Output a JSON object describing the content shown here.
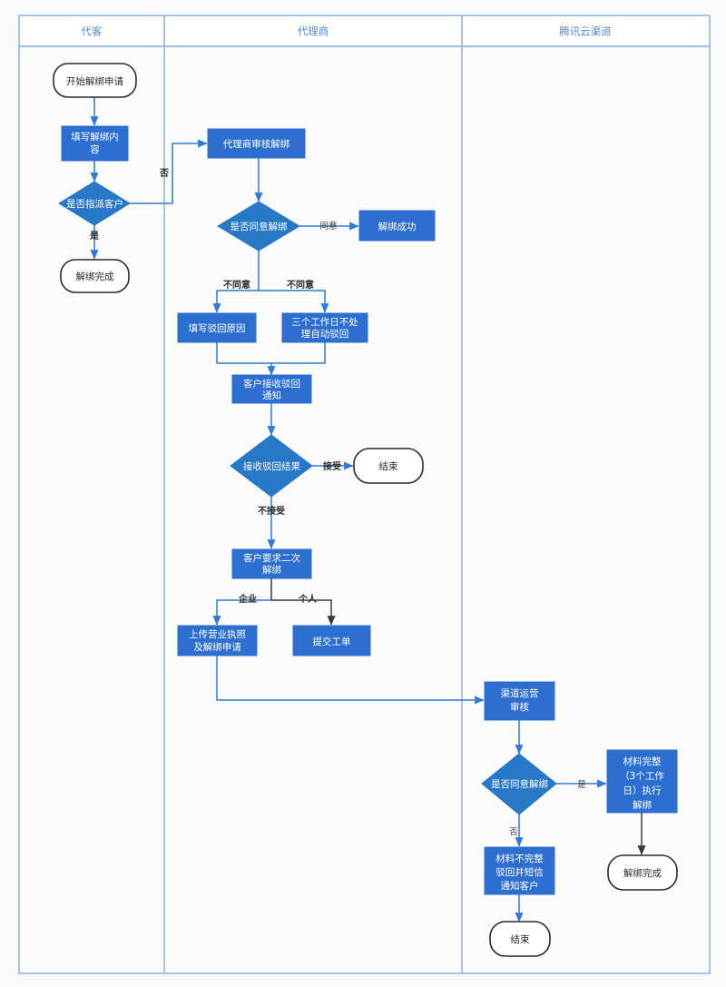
{
  "diagram": {
    "type": "swimlane-flowchart",
    "colors": {
      "process_fill": "#2d6fd1",
      "decision_fill": "#2878c8",
      "terminal_stroke": "#2b2b2b",
      "lane_border": "#93b4e3",
      "lane_title_text": "#5b8bd0",
      "connector_blue": "#2d7bd6",
      "connector_dark": "#3a3a3a",
      "canvas_background": "#fafafa"
    },
    "lanes": [
      {
        "id": "lane-customer",
        "title": "代客"
      },
      {
        "id": "lane-agent",
        "title": "代理商"
      },
      {
        "id": "lane-tencent",
        "title": "腾讯云渠道"
      }
    ],
    "nodes": [
      {
        "id": "n-start",
        "lane": "lane-customer",
        "shape": "terminal",
        "label": "开始解绑申请"
      },
      {
        "id": "n-fill",
        "lane": "lane-customer",
        "shape": "process",
        "label": "填写解绑内\n容"
      },
      {
        "id": "n-assign",
        "lane": "lane-customer",
        "shape": "decision",
        "label": "是否指派客户"
      },
      {
        "id": "n-unbind-done",
        "lane": "lane-customer",
        "shape": "terminal",
        "label": "解绑完成"
      },
      {
        "id": "n-agent-review",
        "lane": "lane-agent",
        "shape": "process",
        "label": "代理商审核解绑"
      },
      {
        "id": "n-agree",
        "lane": "lane-agent",
        "shape": "decision",
        "label": "是否同意解绑"
      },
      {
        "id": "n-success",
        "lane": "lane-agent",
        "shape": "process",
        "label": "解绑成功"
      },
      {
        "id": "n-reason",
        "lane": "lane-agent",
        "shape": "process",
        "label": "填写驳回原因"
      },
      {
        "id": "n-auto-reject",
        "lane": "lane-agent",
        "shape": "process",
        "label": "三个工作日不处\n理自动驳回"
      },
      {
        "id": "n-notify",
        "lane": "lane-agent",
        "shape": "process",
        "label": "客户接收驳回\n通知"
      },
      {
        "id": "n-result",
        "lane": "lane-agent",
        "shape": "decision",
        "label": "接收驳回结果"
      },
      {
        "id": "n-end-agent",
        "lane": "lane-agent",
        "shape": "terminal",
        "label": "结束"
      },
      {
        "id": "n-second",
        "lane": "lane-agent",
        "shape": "process",
        "label": "客户要求二次\n解绑"
      },
      {
        "id": "n-license",
        "lane": "lane-agent",
        "shape": "process",
        "label": "上传营业执照\n及解绑申请"
      },
      {
        "id": "n-ticket",
        "lane": "lane-agent",
        "shape": "process",
        "label": "提交工单"
      },
      {
        "id": "n-channel",
        "lane": "lane-tencent",
        "shape": "process",
        "label": "渠道运营\n审核"
      },
      {
        "id": "n-agree2",
        "lane": "lane-tencent",
        "shape": "decision",
        "label": "是否同意解绑"
      },
      {
        "id": "n-complete",
        "lane": "lane-tencent",
        "shape": "process",
        "label": "材料完整\n（3个工作\n日）执行\n解绑"
      },
      {
        "id": "n-incomplete",
        "lane": "lane-tencent",
        "shape": "process",
        "label": "材料不完整\n驳回并短信\n通知客户"
      },
      {
        "id": "n-done2",
        "lane": "lane-tencent",
        "shape": "terminal",
        "label": "解绑完成"
      },
      {
        "id": "n-end-tencent",
        "lane": "lane-tencent",
        "shape": "terminal",
        "label": "结束"
      }
    ],
    "edges": [
      {
        "from": "n-start",
        "to": "n-fill",
        "label": ""
      },
      {
        "from": "n-fill",
        "to": "n-assign",
        "label": ""
      },
      {
        "from": "n-assign",
        "to": "n-unbind-done",
        "label": "是"
      },
      {
        "from": "n-assign",
        "to": "n-agent-review",
        "label": "否"
      },
      {
        "from": "n-agent-review",
        "to": "n-agree",
        "label": ""
      },
      {
        "from": "n-agree",
        "to": "n-success",
        "label": "同意"
      },
      {
        "from": "n-agree",
        "to": "n-reason",
        "label": "不同意"
      },
      {
        "from": "n-agree",
        "to": "n-auto-reject",
        "label": "不同意"
      },
      {
        "from": "n-reason",
        "to": "n-notify",
        "label": ""
      },
      {
        "from": "n-auto-reject",
        "to": "n-notify",
        "label": ""
      },
      {
        "from": "n-notify",
        "to": "n-result",
        "label": ""
      },
      {
        "from": "n-result",
        "to": "n-end-agent",
        "label": "接受"
      },
      {
        "from": "n-result",
        "to": "n-second",
        "label": "不接受"
      },
      {
        "from": "n-second",
        "to": "n-license",
        "label": "企业"
      },
      {
        "from": "n-second",
        "to": "n-ticket",
        "label": "个人"
      },
      {
        "from": "n-license",
        "to": "n-channel",
        "label": ""
      },
      {
        "from": "n-channel",
        "to": "n-agree2",
        "label": ""
      },
      {
        "from": "n-agree2",
        "to": "n-complete",
        "label": "是"
      },
      {
        "from": "n-agree2",
        "to": "n-incomplete",
        "label": "否"
      },
      {
        "from": "n-complete",
        "to": "n-done2",
        "label": ""
      },
      {
        "from": "n-incomplete",
        "to": "n-end-tencent",
        "label": ""
      }
    ]
  }
}
